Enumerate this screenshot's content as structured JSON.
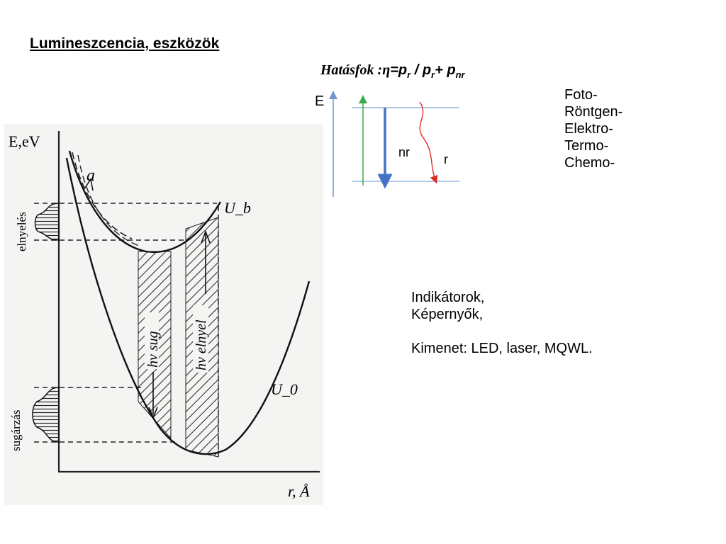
{
  "slide": {
    "title": "Lumineszcencia, eszközök",
    "formula": {
      "label": "Hatásfok :",
      "eta": "η",
      "eq": "=p",
      "sub_r1": "r",
      "slash": " / p",
      "sub_r2": "r",
      "plus": "+ p",
      "sub_nr": "nr"
    },
    "methods": [
      "Foto-",
      "Röntgen-",
      "Elektro-",
      "Termo-",
      "Chemo-"
    ],
    "applications": [
      "Indikátorok,",
      "Képernyők,",
      "",
      "Kimenet: LED, laser, MQWL."
    ]
  },
  "energy_diagram": {
    "axis_label": "E",
    "nr_label": "nr",
    "r_label": "r",
    "colors": {
      "axis": "#6f97c8",
      "levels": "#7ea6d6",
      "absorb": "#3aaa4a",
      "nonrad": "#4472c4",
      "radiative": "#e32a22"
    }
  },
  "configuration_diagram": {
    "y_axis_label": "E,eV",
    "x_axis_label": "r, Å",
    "curve_upper": "U_b",
    "curve_lower": "U_0",
    "alpha_label": "a",
    "absorption_band": "elnyelés",
    "emission_band": "sugárzás",
    "emission_transition": "hν sug",
    "absorption_transition": "hν elnyel"
  }
}
